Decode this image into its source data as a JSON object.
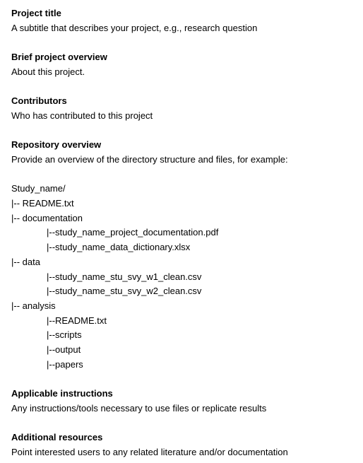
{
  "sections": {
    "project_title": {
      "heading": "Project title",
      "text": "A subtitle that describes your project, e.g., research question"
    },
    "overview": {
      "heading": "Brief project overview",
      "text": "About this project."
    },
    "contributors": {
      "heading": "Contributors",
      "text": "Who has contributed to this project"
    },
    "repository": {
      "heading": "Repository overview",
      "text": "Provide an overview of the directory structure and files, for example:",
      "tree": [
        "Study_name/",
        "|-- README.txt",
        "|-- documentation",
        "|--study_name_project_documentation.pdf",
        "|--study_name_data_dictionary.xlsx",
        "|-- data",
        "|--study_name_stu_svy_w1_clean.csv",
        "|--study_name_stu_svy_w2_clean.csv",
        "|-- analysis",
        "|--README.txt",
        "|--scripts",
        "|--output",
        "|--papers"
      ]
    },
    "instructions": {
      "heading": "Applicable instructions",
      "text": "Any instructions/tools necessary to use files or replicate results"
    },
    "resources": {
      "heading": "Additional resources",
      "text": "Point interested users to any related literature and/or documentation"
    }
  }
}
